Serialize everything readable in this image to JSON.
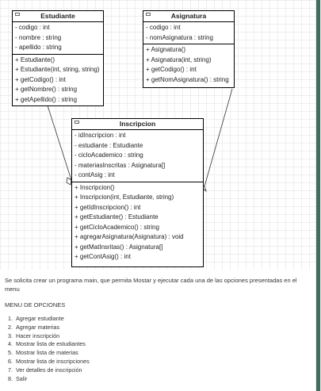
{
  "diagram": {
    "classes": {
      "estudiante": {
        "name": "Estudiante",
        "attributes": [
          "- codigo : int",
          "- nombre : string",
          "- apellido : string"
        ],
        "methods": [
          "+ Estudiante()",
          "+ Estudiante(int, string, string)",
          "+ getCodigo() : int",
          "+ getNombre() : string",
          "+ getApellido() : string"
        ]
      },
      "asignatura": {
        "name": "Asignatura",
        "attributes": [
          "- codigo : int",
          "- nomAsignatura : string"
        ],
        "methods": [
          "+ Asignatura()",
          "+ Asignatura(int, string)",
          "+ getCodigo() : int",
          "+ getNomAsignatura() : string"
        ]
      },
      "inscripcion": {
        "name": "Inscripcion",
        "attributes": [
          "- idInscripcion : int",
          "- estudiante : Estudiante",
          "- cicloAcademico : string",
          "- materiasInscritas : Asignatura[]",
          "- contAsig : int"
        ],
        "methods": [
          "+ Inscripcion()",
          "+ Inscripcion(int, Estudiante, string)",
          "+ getIdInscripcion() : int",
          "+ getEstudiante() : Estudiante",
          "+ getCicloAcademico() : string",
          "+ agregarAsignatura(Asignatura) : void",
          "+ getMatInsritas() : Asignatura[]",
          "+ getContAsig() : int"
        ]
      }
    }
  },
  "text": {
    "paragraph": "Se solicita crear un programa main, que permita Mostar y ejecutar cada una de las opciones presentadas en el menu",
    "menu_title": "MENU DE OPCIONES",
    "options": [
      "Agregar estudiante",
      "Agregar materias",
      "Hacer inscripción",
      "Mostrar lista de estudiantes",
      "Mostrar lista de materias",
      "Mostrar lista de inscripciones",
      "Ver detalles de inscripción",
      "Salir"
    ]
  }
}
